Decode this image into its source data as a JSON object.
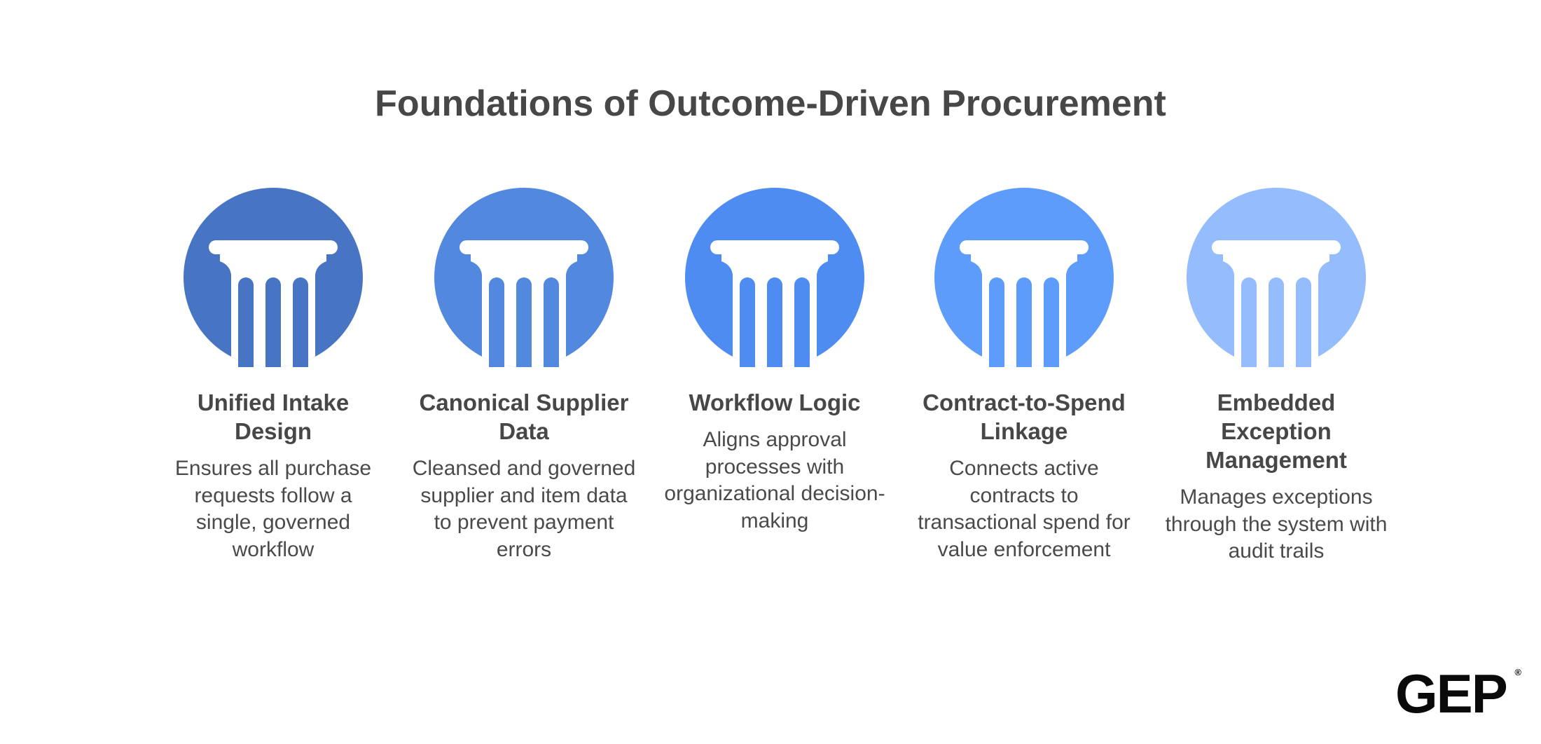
{
  "title": "Foundations of Outcome-Driven Procurement",
  "pillars": [
    {
      "title": "Unified Intake Design",
      "description": "Ensures all purchase requests follow a single, governed workflow",
      "color": "#4874C4",
      "icon": "pillar-icon"
    },
    {
      "title": "Canonical Supplier Data",
      "description": "Cleansed and governed supplier and item data to prevent payment errors",
      "color": "#5388DF",
      "icon": "pillar-icon"
    },
    {
      "title": "Workflow Logic",
      "description": "Aligns approval processes with organizational decision-making",
      "color": "#4E8CF1",
      "icon": "pillar-icon"
    },
    {
      "title": "Contract-to-Spend Linkage",
      "description": "Connects active contracts to transactional spend for value enforcement",
      "color": "#5E9CFB",
      "icon": "pillar-icon"
    },
    {
      "title": "Embedded Exception Management",
      "description": "Manages exceptions through the system with audit trails",
      "color": "#95BCFC",
      "icon": "pillar-icon"
    }
  ],
  "logo": {
    "text": "GEP",
    "mark": "®"
  }
}
